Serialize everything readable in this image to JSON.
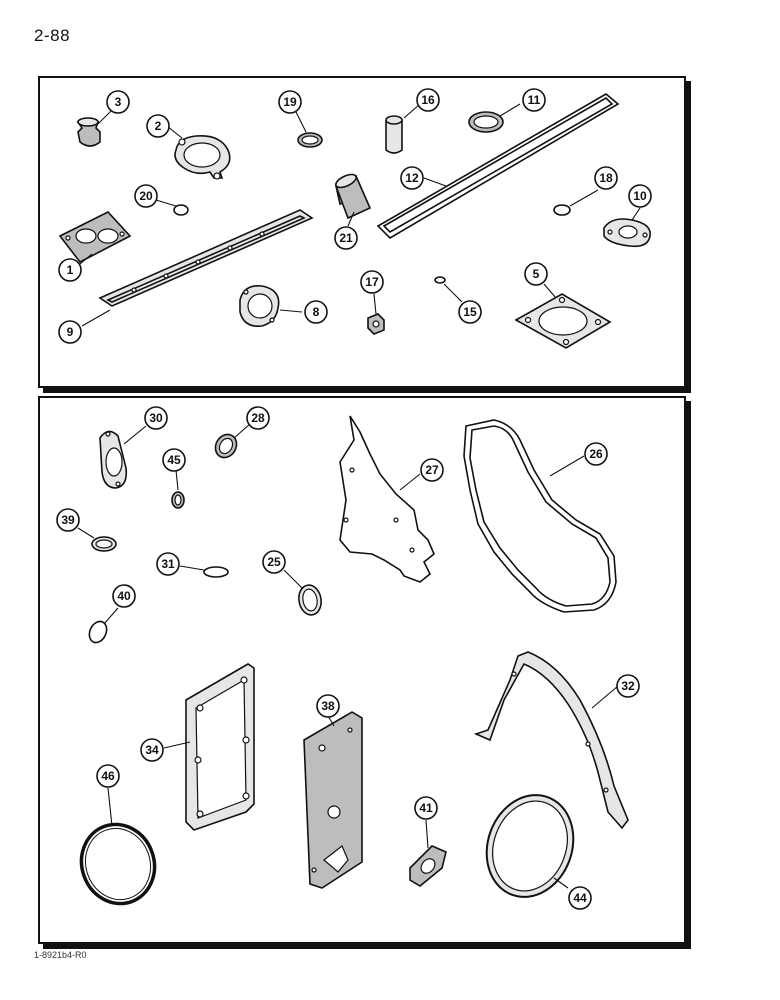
{
  "page": {
    "number": "2-88",
    "figure_code": "1-8921b4-R0"
  },
  "callouts": {
    "c1": "1",
    "c2": "2",
    "c3": "3",
    "c5": "5",
    "c8": "8",
    "c9": "9",
    "c10": "10",
    "c11": "11",
    "c12": "12",
    "c15": "15",
    "c16": "16",
    "c17": "17",
    "c18": "18",
    "c19": "19",
    "c20": "20",
    "c21": "21",
    "c25": "25",
    "c26": "26",
    "c27": "27",
    "c28": "28",
    "c30": "30",
    "c31": "31",
    "c32": "32",
    "c34": "34",
    "c38": "38",
    "c39": "39",
    "c40": "40",
    "c41": "41",
    "c44": "44",
    "c45": "45",
    "c46": "46"
  }
}
